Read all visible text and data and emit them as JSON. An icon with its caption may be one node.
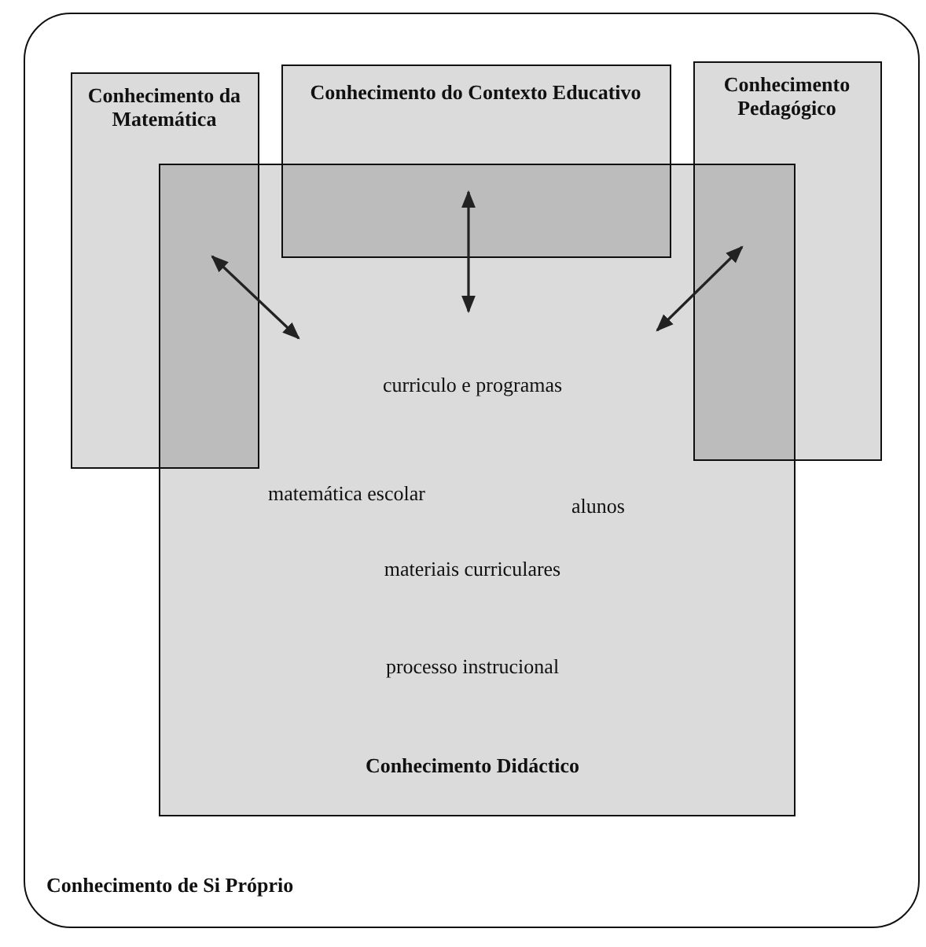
{
  "diagram": {
    "nodes": [
      {
        "text": [
          "Conhecimento de Si Próprio"
        ]
      },
      {
        "text": [
          "Conhecimento da Matemática"
        ],
        "in": 0
      },
      {
        "text": [
          "Conhecimento do Contexto Educativo"
        ],
        "in": 0
      },
      {
        "text": [
          "Conhecimento Pedagógico"
        ],
        "in": 0
      },
      {
        "text": [
          "curriculo e programas",
          "matemática escolar",
          "alunos",
          "materiais curriculares",
          "processo instrucional",
          "Conhecimento Didáctico"
        ],
        "in": 0
      }
    ],
    "edges": [
      {
        "from": 1,
        "to": 4,
        "arrow": "both"
      },
      {
        "from": 2,
        "to": 4,
        "arrow": "both"
      },
      {
        "from": 3,
        "to": 4,
        "arrow": "both"
      }
    ]
  }
}
